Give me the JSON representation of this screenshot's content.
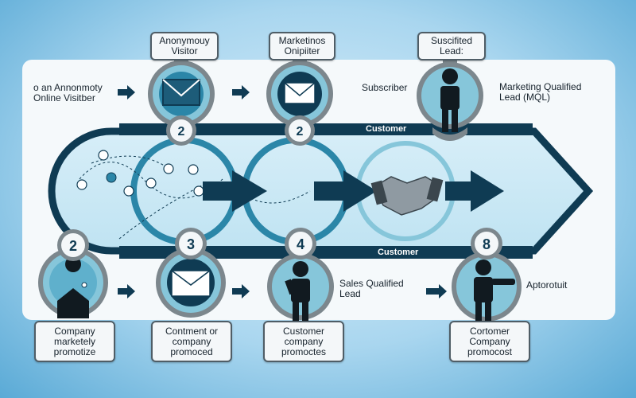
{
  "top_labels": [
    {
      "line1": "Anonymouy",
      "line2": "Visitor"
    },
    {
      "line1": "Marketinos",
      "line2": "Onipiiter"
    },
    {
      "line1": "Suscifited",
      "line2": "Lead:"
    }
  ],
  "side_labels": {
    "left_line1": "o an Annonmoty",
    "left_line2": "Online Visitber",
    "subscriber": "Subscriber",
    "mql_line1": "Marketing Qualified",
    "mql_line2": "Lead (MQL)",
    "sql_line1": "Sales Qualified",
    "sql_line2": "Lead",
    "advocate": "Aptorotuit"
  },
  "band_labels": {
    "top": "Customer",
    "bottom": "Customer"
  },
  "top_badges": [
    "2",
    "2"
  ],
  "bottom_badges": [
    "2",
    "3",
    "4",
    "8"
  ],
  "bottom_boxes": [
    {
      "lines": [
        "Company",
        "marketely",
        "promotize"
      ]
    },
    {
      "lines": [
        "Contment  or",
        "company",
        "promoced"
      ]
    },
    {
      "lines": [
        "Customer",
        "company",
        "promoctes"
      ]
    },
    {
      "lines": [
        "Cortomer",
        "Company",
        "promocost"
      ]
    }
  ],
  "colors": {
    "navy": "#0f3b53",
    "teal": "#2b86a8",
    "light_teal": "#86c6da",
    "panel": "#eef6fa",
    "frame_gray": "#7c878d"
  },
  "icons": [
    "envelope-icon",
    "person-icon",
    "handshake-icon",
    "house-icon",
    "arrow-right-icon"
  ]
}
